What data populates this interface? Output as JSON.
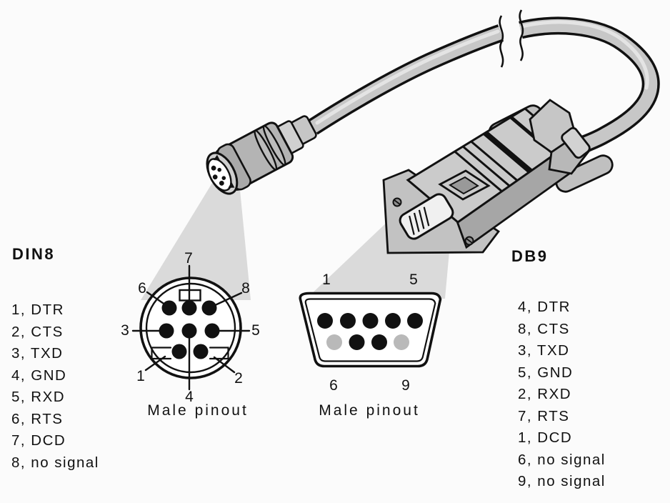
{
  "figure": {
    "description_left_title": "DIN8",
    "description_right_title": "DB9"
  },
  "left_panel": {
    "title": "DIN8",
    "pins": [
      "1, DTR",
      "2, CTS",
      "3, TXD",
      "4, GND",
      "5, RXD",
      "6, RTS",
      "7, DCD",
      "8, no signal"
    ]
  },
  "right_panel": {
    "title": "DB9",
    "pins": [
      "4, DTR",
      "8, CTS",
      "3, TXD",
      "5, GND",
      "2, RXD",
      "7, RTS",
      "1, DCD",
      "6, no signal",
      "9, no signal"
    ]
  },
  "din8_diagram": {
    "caption": "Male pinout",
    "pin_labels": [
      "1",
      "2",
      "3",
      "4",
      "5",
      "6",
      "7",
      "8"
    ]
  },
  "db9_diagram": {
    "caption": "Male pinout",
    "corner_labels": {
      "top_left": "1",
      "top_right": "5",
      "bottom_left": "6",
      "bottom_right": "9"
    }
  },
  "colors": {
    "background": "#fbfbfb",
    "line": "#111111",
    "beam": "#dadada",
    "cable": "#c7c7c7",
    "connector_body": "#b4b4b4",
    "housing_top": "#cbcbcb",
    "pin_black": "#111111",
    "pin_gray_no_signal": "#b9b9b9"
  }
}
